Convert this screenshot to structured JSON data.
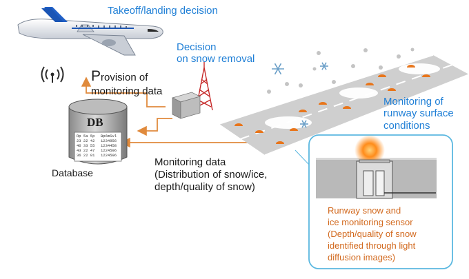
{
  "labels": {
    "takeoff": "Takeoff/landing decision",
    "decision_line1": "Decision",
    "decision_line2": "on snow removal",
    "provision_initial": "P",
    "provision_rest1": "rovision of",
    "provision_line2": "monitoring data",
    "monitoring_line1": "Monitoring of",
    "monitoring_line2": "runway surface",
    "monitoring_line3": "conditions",
    "database": "Database",
    "db_badge": "DB",
    "monitoring_data_line1": "Monitoring data",
    "monitoring_data_line2": "(Distribution of snow/ice,",
    "monitoring_data_line3": "depth/quality of snow)",
    "sensor_line1": "Runway snow and",
    "sensor_line2": "ice monitoring sensor",
    "sensor_line3": "(Depth/quality of snow",
    "sensor_line4": "identified through light",
    "sensor_line5": "diffusion images)"
  },
  "colors": {
    "accent_blue": "#1f7fd6",
    "arrow_orange": "#e08a3c",
    "sensor_text": "#d2691e",
    "tower_red": "#c62828",
    "callout_border": "#5bb8e0",
    "runway": "#cfcfcf"
  },
  "icons": {
    "airplane": "airplane-icon",
    "wireless": "wireless-signal-icon",
    "database": "database-cylinder-icon",
    "tower": "radio-tower-icon",
    "snowflake": "snowflake-icon",
    "runway_light": "runway-light-icon"
  }
}
